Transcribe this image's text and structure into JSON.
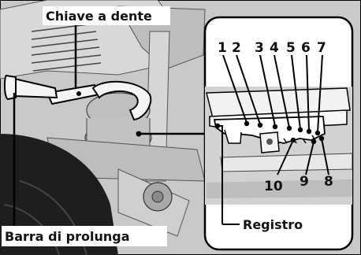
{
  "callouts": {
    "wrench": "Chiave a dente",
    "extension_bar": "Barra di prolunga",
    "adjuster": "Registro"
  },
  "detail": {
    "position_numbers": [
      "1",
      "2",
      "3",
      "4",
      "5",
      "6",
      "7",
      "8",
      "9",
      "10"
    ]
  }
}
